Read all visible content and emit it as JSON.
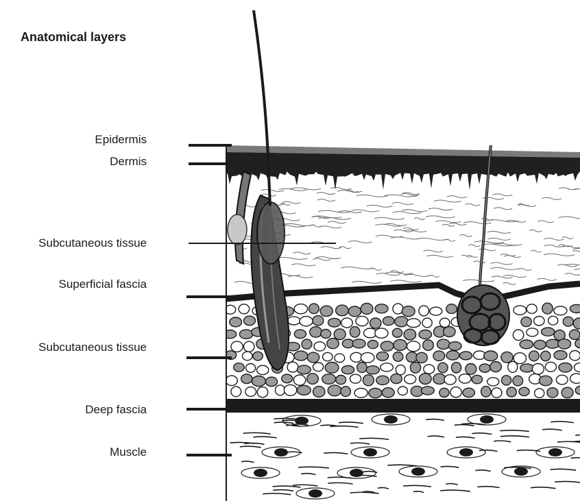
{
  "title": "Anatomical layers",
  "labels": [
    {
      "id": "epidermis",
      "text": "Epidermis"
    },
    {
      "id": "dermis",
      "text": "Dermis"
    },
    {
      "id": "subcutaneous-1",
      "text": "Subcutaneous tissue"
    },
    {
      "id": "superficial-fascia",
      "text": "Superficial fascia"
    },
    {
      "id": "subcutaneous-2",
      "text": "Subcutaneous tissue"
    },
    {
      "id": "deep-fascia",
      "text": "Deep fascia"
    },
    {
      "id": "muscle",
      "text": "Muscle"
    }
  ],
  "colors": {
    "ink": "#1a1a1a",
    "fat_fill": "#9a9a9a",
    "gland_fill": "#555555",
    "dermis_fill": "#202020"
  }
}
